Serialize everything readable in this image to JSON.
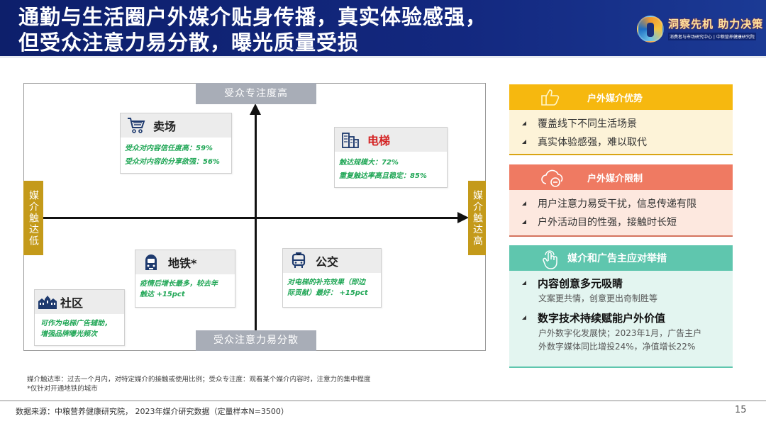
{
  "header": {
    "title_line1": "通勤与生活圈户外媒介贴身传播，真实体验感强，",
    "title_line2": "但受众注意力易分散，曝光质量受损",
    "logo_main": "洞察先机 助力决策",
    "logo_sub": "消费者与市场研究中心 | 中粮营养健康研究院"
  },
  "matrix": {
    "axis_top": "受众专注度高",
    "axis_bottom": "受众注意力易分散",
    "axis_left": "媒介触达低",
    "axis_right": "媒介触达高",
    "cards": [
      {
        "icon": "shopping-cart-icon",
        "name": "卖场",
        "lines": [
          "受众对内容信任度高：59%",
          "受众对内容的分享欲强：56%"
        ]
      },
      {
        "icon": "building-icon",
        "name": "电梯",
        "lines": [
          "触达规模大：72%",
          "重复触达率高且稳定：85%"
        ]
      },
      {
        "icon": "subway-icon",
        "name": "地铁*",
        "lines": [
          "疫情后增长最多，较去年",
          "触达 +15pct"
        ]
      },
      {
        "icon": "bus-icon",
        "name": "公交",
        "lines": [
          "对电梯的补充效果（即边",
          "际贡献）最好： +15pct"
        ]
      },
      {
        "icon": "community-icon",
        "name": "社区",
        "lines": [
          "可作为电梯广告辅助，",
          "增强品牌曝光频次"
        ]
      }
    ]
  },
  "panels": {
    "advantages": {
      "icon": "thumbs-up-icon",
      "title": "户外媒介优势",
      "items": [
        "覆盖线下不同生活场景",
        "真实体验感强，难以取代"
      ]
    },
    "limits": {
      "icon": "cloud-minus-icon",
      "title": "户外媒介限制",
      "items": [
        "用户注意力易受干扰，信息传递有限",
        "户外活动目的性强，接触时长短"
      ]
    },
    "measures": {
      "icon": "hand-touch-icon",
      "title": "媒介和广告主应对举措",
      "items": [
        {
          "heading": "内容创意多元吸睛",
          "desc": "文案更共情，创意更出奇制胜等"
        },
        {
          "heading": "数字技术持续赋能户外价值",
          "desc_line1": "户外数字化发展快；2023年1月，广告主户",
          "desc_line2": "外数字媒体同比增投24%，净值增长22%"
        }
      ]
    }
  },
  "notes": {
    "line1": "媒介触达率：过去一个月内，对特定媒介的接触或使用比例；受众专注度：观看某个媒介内容时，注意力的集中程度",
    "line2": "*仅针对开通地铁的城市"
  },
  "footer": {
    "source": "数据来源：中粮营养健康研究院， 2023年媒介研究数据（定量样本N=3500）",
    "page": "15"
  },
  "colors": {
    "header_bg": "#13287f",
    "axis_gold": "#c49a1a",
    "axis_gray": "#a8adb7",
    "card_green_text": "#1fa655",
    "elevator_red": "#d42323",
    "advantage_yellow": "#f6b80f",
    "limit_red": "#ef7a62",
    "measure_teal": "#5fc6ae"
  }
}
